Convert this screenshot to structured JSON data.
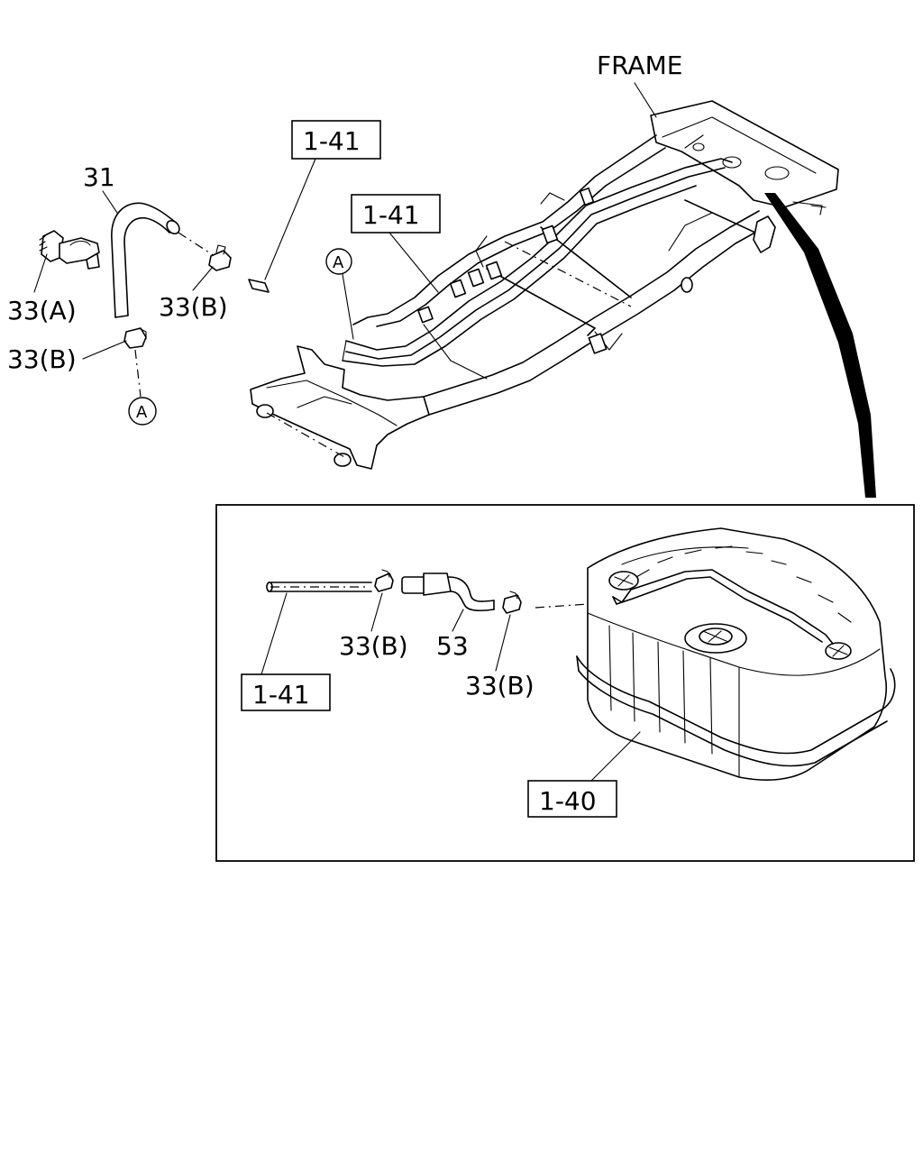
{
  "labels": {
    "frame": "FRAME",
    "ref_1_41_top": "1-41",
    "ref_1_41_mid": "1-41",
    "ref_1_41_inset": "1-41",
    "ref_1_40": "1-40",
    "part_31": "31",
    "part_33a": "33(A)",
    "part_33b_left": "33(B)",
    "part_33b_hose": "33(B)",
    "part_33b_inset_left": "33(B)",
    "part_33b_inset_right": "33(B)",
    "part_53": "53",
    "marker_a_top": "A",
    "marker_a_left": "A"
  }
}
